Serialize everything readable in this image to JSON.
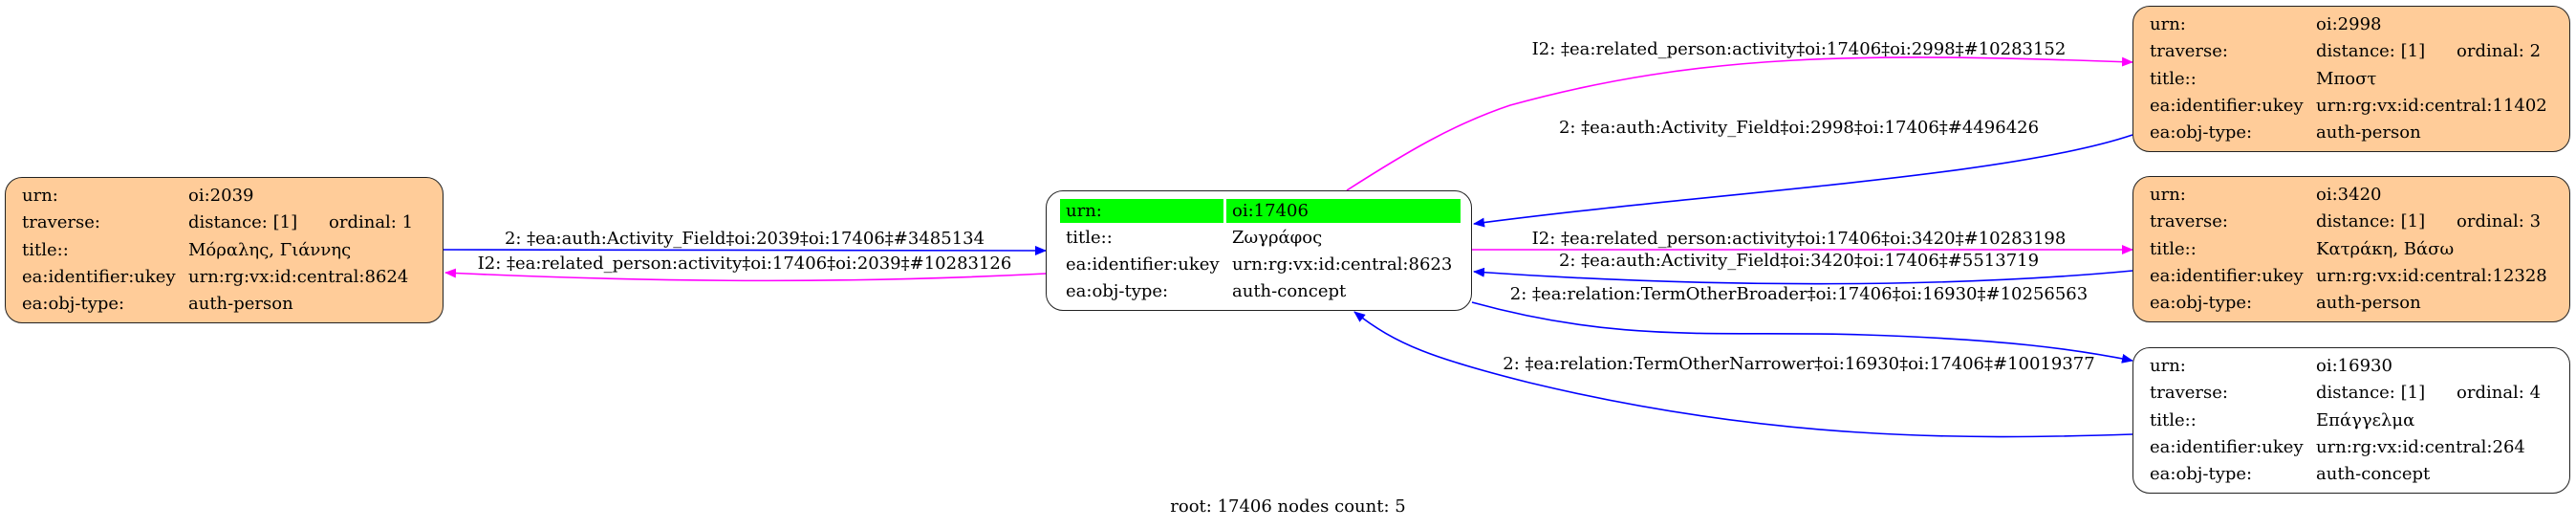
{
  "colors": {
    "person_fill": "#ffcc99",
    "concept_fill": "#ffffff",
    "root_highlight": "#00ff00",
    "edge_forward": "#ff00ff",
    "edge_back": "#0000ff"
  },
  "root": {
    "urn_label": "urn:",
    "urn": "oi:17406",
    "title_label": "title::",
    "title": "Ζωγράφος",
    "ukey_label": "ea:identifier:ukey",
    "ukey": "urn:rg:vx:id:central:8623",
    "type_label": "ea:obj-type:",
    "type": "auth-concept"
  },
  "nodes": [
    {
      "urn_label": "urn:",
      "urn": "oi:2039",
      "traverse_label": "traverse:",
      "distance": "distance: [1]",
      "ordinal": "ordinal: 1",
      "title_label": "title::",
      "title": "Μόραλης, Γιάννης",
      "ukey_label": "ea:identifier:ukey",
      "ukey": "urn:rg:vx:id:central:8624",
      "type_label": "ea:obj-type:",
      "type": "auth-person"
    },
    {
      "urn_label": "urn:",
      "urn": "oi:2998",
      "traverse_label": "traverse:",
      "distance": "distance: [1]",
      "ordinal": "ordinal: 2",
      "title_label": "title::",
      "title": "Μποστ",
      "ukey_label": "ea:identifier:ukey",
      "ukey": "urn:rg:vx:id:central:11402",
      "type_label": "ea:obj-type:",
      "type": "auth-person"
    },
    {
      "urn_label": "urn:",
      "urn": "oi:3420",
      "traverse_label": "traverse:",
      "distance": "distance: [1]",
      "ordinal": "ordinal: 3",
      "title_label": "title::",
      "title": "Κατράκη, Βάσω",
      "ukey_label": "ea:identifier:ukey",
      "ukey": "urn:rg:vx:id:central:12328",
      "type_label": "ea:obj-type:",
      "type": "auth-person"
    },
    {
      "urn_label": "urn:",
      "urn": "oi:16930",
      "traverse_label": "traverse:",
      "distance": "distance: [1]",
      "ordinal": "ordinal: 4",
      "title_label": "title::",
      "title": "Επάγγελμα",
      "ukey_label": "ea:identifier:ukey",
      "ukey": "urn:rg:vx:id:central:264",
      "type_label": "ea:obj-type:",
      "type": "auth-concept"
    }
  ],
  "edges": [
    {
      "label": "2: ‡ea:auth:Activity_Field‡oi:2039‡oi:17406‡#3485134"
    },
    {
      "label": "I2: ‡ea:related_person:activity‡oi:17406‡oi:2039‡#10283126"
    },
    {
      "label": "I2: ‡ea:related_person:activity‡oi:17406‡oi:2998‡#10283152"
    },
    {
      "label": "2: ‡ea:auth:Activity_Field‡oi:2998‡oi:17406‡#4496426"
    },
    {
      "label": "I2: ‡ea:related_person:activity‡oi:17406‡oi:3420‡#10283198"
    },
    {
      "label": "2: ‡ea:auth:Activity_Field‡oi:3420‡oi:17406‡#5513719"
    },
    {
      "label": "2: ‡ea:relation:TermOtherBroader‡oi:17406‡oi:16930‡#10256563"
    },
    {
      "label": "2: ‡ea:relation:TermOtherNarrower‡oi:16930‡oi:17406‡#10019377"
    }
  ],
  "footer": "root: 17406 nodes count: 5"
}
